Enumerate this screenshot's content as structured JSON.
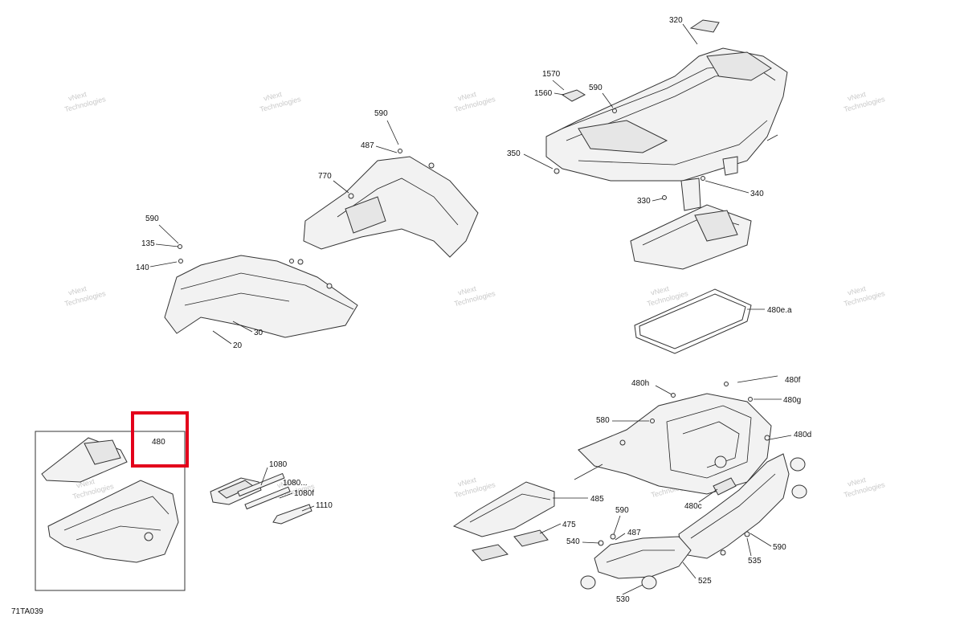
{
  "diagram_code": "71TA039",
  "watermark": {
    "line1": "vNext",
    "line2": "Technologies"
  },
  "highlight": {
    "label": "480",
    "color": "#e3001b"
  },
  "callouts": {
    "c320": "320",
    "c1570": "1570",
    "c1560": "1560",
    "c590a": "590",
    "c350": "350",
    "c330": "330",
    "c340": "340",
    "c480ea": "480e.a",
    "c590b": "590",
    "c487a": "487",
    "c770": "770",
    "c590c": "590",
    "c135": "135",
    "c140": "140",
    "c30": "30",
    "c20": "20",
    "c480h": "480h",
    "c480f": "480f",
    "c480g": "480g",
    "c580": "580",
    "c480d": "480d",
    "c480c": "480c",
    "c485": "485",
    "c475": "475",
    "c590d": "590",
    "c487b": "487",
    "c540": "540",
    "c535": "535",
    "c590e": "590",
    "c525": "525",
    "c530": "530",
    "c1080": "1080",
    "c1080b": "1080...",
    "c1080f": "1080f",
    "c1110": "1110"
  }
}
